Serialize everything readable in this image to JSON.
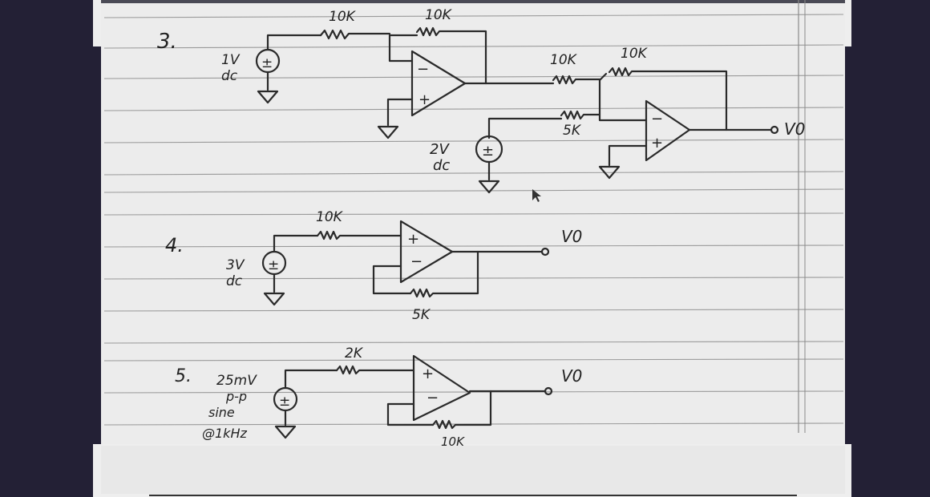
{
  "colors": {
    "frame": "#232035",
    "paper": "#ececec",
    "ink": "#222222",
    "rule": "#9a9a9a"
  },
  "problems": [
    {
      "number": "3.",
      "source1": {
        "value": "1V",
        "type": "dc",
        "symbol": "±"
      },
      "source2": {
        "value": "2V",
        "type": "dc",
        "symbol": "±"
      },
      "resistors": [
        "10K",
        "10K",
        "10K",
        "10K",
        "5K"
      ],
      "output": "V0"
    },
    {
      "number": "4.",
      "source": {
        "value": "3V",
        "type": "dc",
        "symbol": "±"
      },
      "resistors": [
        "10K",
        "5K"
      ],
      "output": "V0"
    },
    {
      "number": "5.",
      "source": {
        "value": "25mV",
        "line2": "p-p",
        "line3": "sine",
        "line4": "@1kHz",
        "symbol": "±"
      },
      "resistors": [
        "2K",
        "10K"
      ],
      "output": "V0"
    }
  ],
  "opamp_terms": {
    "minus": "−",
    "plus": "+"
  }
}
